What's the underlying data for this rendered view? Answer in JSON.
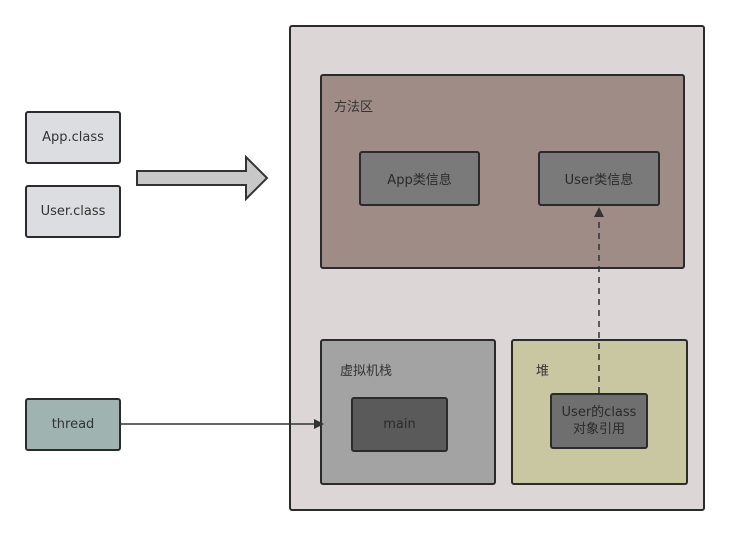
{
  "class_files": [
    "App.class",
    "User.class"
  ],
  "thread": "thread",
  "jvm": {
    "method_area": {
      "title": "方法区",
      "items": [
        "App类信息",
        "User类信息"
      ]
    },
    "vm_stack": {
      "title": "虚拟机栈",
      "frame": "main"
    },
    "heap": {
      "title": "堆",
      "object": "User的class\n对象引用"
    }
  },
  "colors": {
    "file_fill": "#dcdde1",
    "thread_fill": "#9fb3b0",
    "jvm_fill": "#dcd6d6",
    "method_area_fill": "#a08c86",
    "class_info_fill": "#7a7a7a",
    "vm_stack_fill": "#a3a3a3",
    "frame_fill": "#5a5a5a",
    "heap_fill": "#c9c7a1",
    "heap_object_fill": "#6f6f6f"
  }
}
